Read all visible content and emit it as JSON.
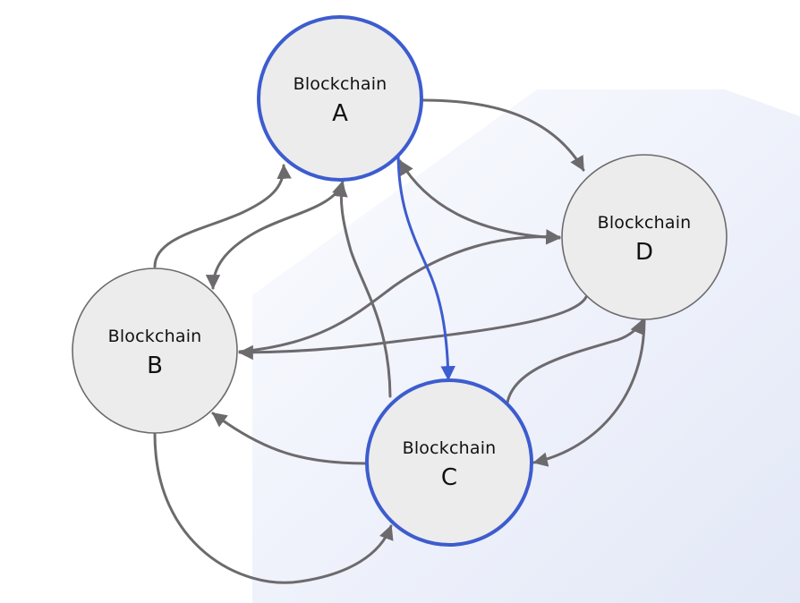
{
  "colors": {
    "background": "#ffffff",
    "panel_gradient_start": "#fafbfe",
    "panel_gradient_end": "#e4e9f7",
    "node_fill": "#ececec",
    "node_border_default": "#6d6a6e",
    "node_border_highlight": "#3d5ccf",
    "edge_default": "#6d6a6e",
    "edge_highlight": "#3d5ccf",
    "text": "#111111"
  },
  "nodes": [
    {
      "id": "A",
      "title": "Blockchain",
      "letter": "A",
      "highlighted": true
    },
    {
      "id": "B",
      "title": "Blockchain",
      "letter": "B",
      "highlighted": false
    },
    {
      "id": "C",
      "title": "Blockchain",
      "letter": "C",
      "highlighted": true
    },
    {
      "id": "D",
      "title": "Blockchain",
      "letter": "D",
      "highlighted": false
    }
  ],
  "edges": [
    {
      "from": "A",
      "to": "D",
      "bidirectional": false,
      "highlighted": false
    },
    {
      "from": "A",
      "to": "D",
      "bidirectional": true,
      "highlighted": false
    },
    {
      "from": "B",
      "to": "D",
      "bidirectional": false,
      "highlighted": false
    },
    {
      "from": "D",
      "to": "B",
      "bidirectional": false,
      "highlighted": false
    },
    {
      "from": "B",
      "to": "A",
      "bidirectional": false,
      "highlighted": false
    },
    {
      "from": "A",
      "to": "B",
      "bidirectional": true,
      "highlighted": false
    },
    {
      "from": "C",
      "to": "A",
      "bidirectional": false,
      "highlighted": false
    },
    {
      "from": "A",
      "to": "C",
      "bidirectional": false,
      "highlighted": true
    },
    {
      "from": "C",
      "to": "B",
      "bidirectional": false,
      "highlighted": false
    },
    {
      "from": "B",
      "to": "C",
      "bidirectional": false,
      "highlighted": false
    },
    {
      "from": "C",
      "to": "D",
      "bidirectional": false,
      "highlighted": false
    },
    {
      "from": "D",
      "to": "C",
      "bidirectional": false,
      "highlighted": false
    }
  ]
}
